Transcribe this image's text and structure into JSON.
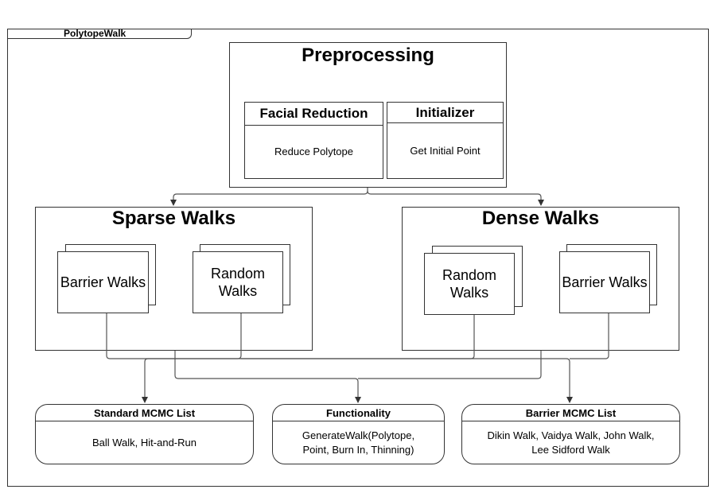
{
  "package": {
    "tab_label": "PolytopeWalk"
  },
  "preprocessing": {
    "title": "Preprocessing",
    "facial_reduction": {
      "title": "Facial Reduction",
      "body": "Reduce Polytope"
    },
    "initializer": {
      "title": "Initializer",
      "body": "Get Initial Point"
    }
  },
  "sparse": {
    "title": "Sparse Walks",
    "barrier": "Barrier Walks",
    "random": "Random Walks"
  },
  "dense": {
    "title": "Dense Walks",
    "random": "Random Walks",
    "barrier": "Barrier Walks"
  },
  "lists": {
    "standard": {
      "title": "Standard MCMC List",
      "body": "Ball Walk, Hit-and-Run"
    },
    "functionality": {
      "title": "Functionality",
      "body": "GenerateWalk(Polytope, Point, Burn In, Thinning)"
    },
    "barrier": {
      "title": "Barrier MCMC List",
      "body": "Dikin Walk, Vaidya Walk, John Walk, Lee Sidford Walk"
    }
  }
}
